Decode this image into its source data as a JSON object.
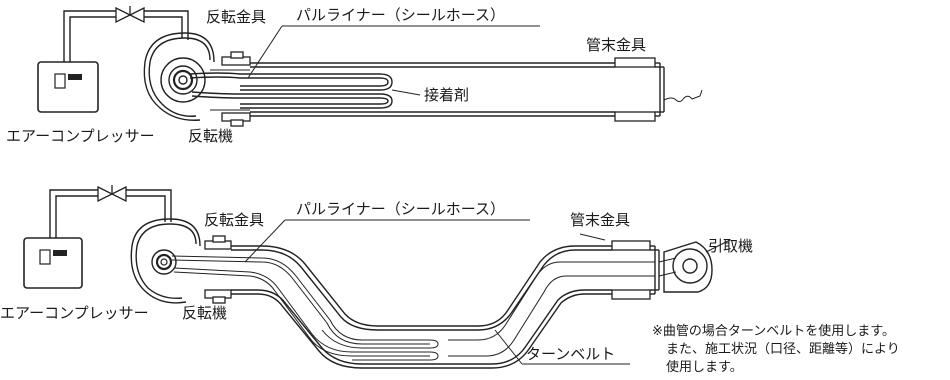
{
  "top": {
    "label_reversal_fitting": "反転金具",
    "label_liner": "パルライナー（シールホース）",
    "label_end_fitting": "管末金具",
    "label_adhesive": "接着剤",
    "label_compressor": "エアーコンプレッサー",
    "label_reversal_machine": "反転機"
  },
  "bottom": {
    "label_reversal_fitting": "反転金具",
    "label_liner": "パルライナー（シールホース）",
    "label_end_fitting": "管末金具",
    "label_puller": "引取機",
    "label_compressor": "エアーコンプレッサー",
    "label_reversal_machine": "反転機",
    "label_turn_belt": "ターンベルト"
  },
  "note": {
    "line1": "※曲管の場合ターンベルトを使用します。",
    "line2": "また、施工状況（口径、距離等）により",
    "line3": "使用します。"
  }
}
